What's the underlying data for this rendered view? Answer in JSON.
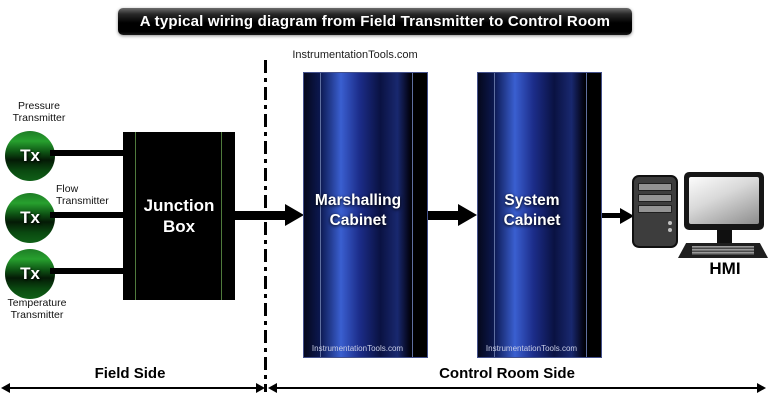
{
  "title": "A typical wiring diagram from Field Transmitter to Control Room",
  "watermark": "InstrumentationTools.com",
  "field_side": {
    "zone_label": "Field Side",
    "transmitters": [
      {
        "label": "Pressure Transmitter",
        "symbol": "Tx"
      },
      {
        "label": "Flow Transmitter",
        "symbol": "Tx"
      },
      {
        "label": "Temperature Transmitter",
        "symbol": "Tx"
      }
    ],
    "junction_box_label": "Junction Box"
  },
  "control_room_side": {
    "zone_label": "Control Room Side",
    "marshalling_cabinet_label": "Marshalling Cabinet",
    "system_cabinet_label": "System Cabinet",
    "cabinet_watermark": "InstrumentationTools.com",
    "hmi_label": "HMI"
  },
  "colors": {
    "transmitter_green": "#1b8c23",
    "cabinet_blue": "#2a46b8",
    "junction_box": "#000000",
    "junction_box_accent_green": "#4f7a3c",
    "title_bar": "#000000",
    "title_text": "#ffffff"
  }
}
